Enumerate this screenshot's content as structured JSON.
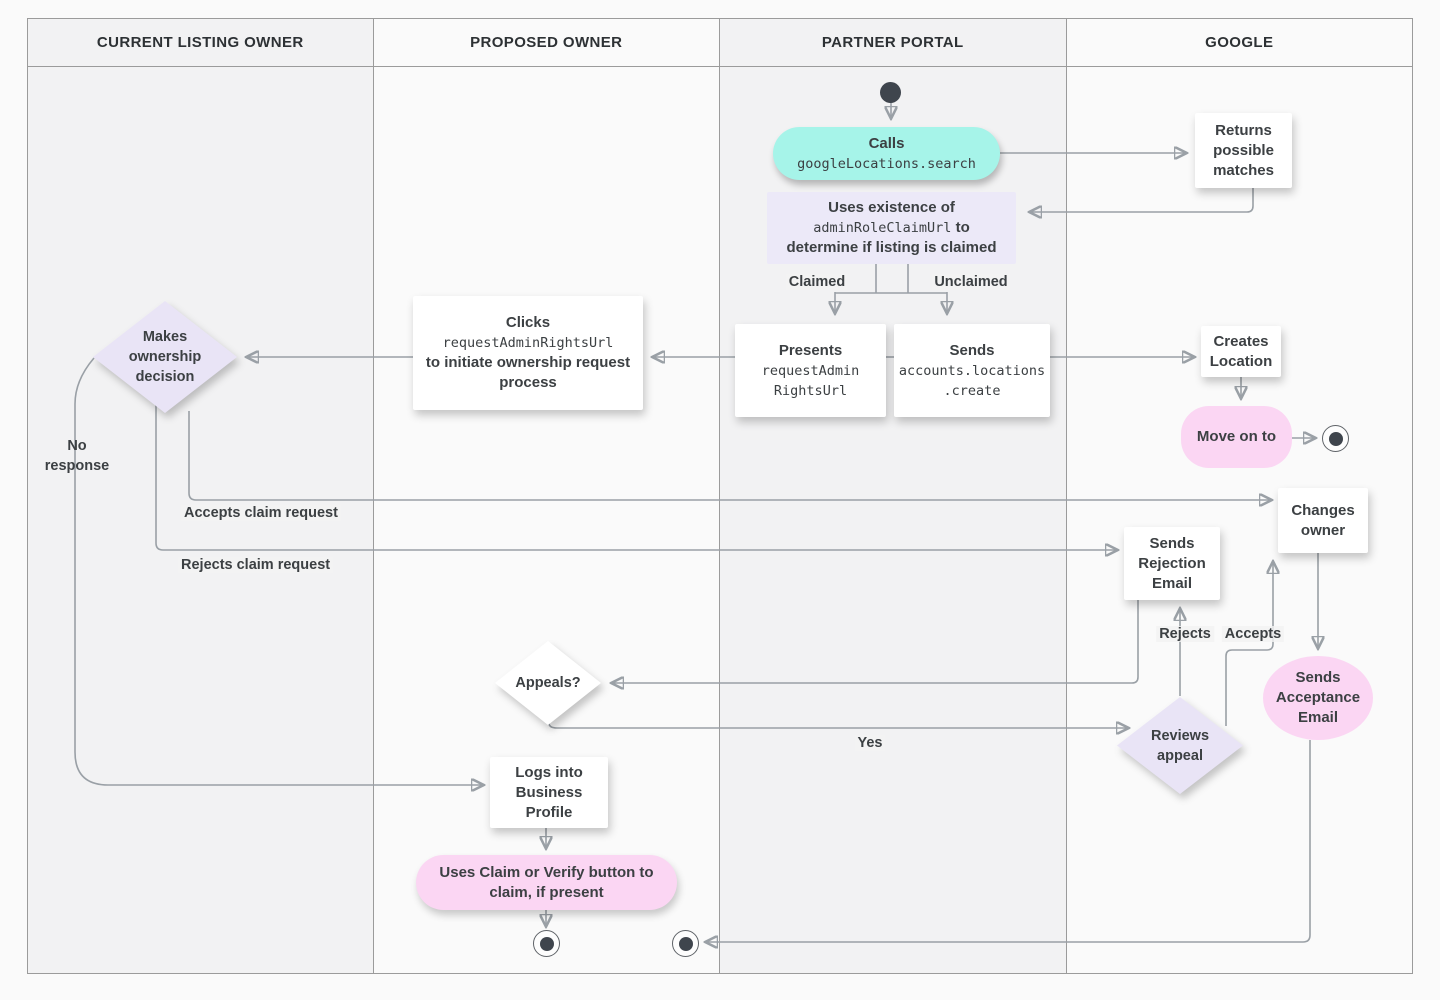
{
  "lanes": [
    {
      "label": "CURRENT LISTING OWNER"
    },
    {
      "label": "PROPOSED OWNER"
    },
    {
      "label": "PARTNER PORTAL"
    },
    {
      "label": "GOOGLE"
    }
  ],
  "nodes": {
    "calls": {
      "title": "Calls",
      "code": "googleLocations.search"
    },
    "returns_matches": {
      "text": "Returns possible matches"
    },
    "uses_existence": {
      "line1": "Uses existence of",
      "code": "adminRoleClaimUrl",
      "line2_suffix": "to",
      "line3": "determine if listing is claimed"
    },
    "presents": {
      "title": "Presents",
      "code_lines": [
        "requestAdmin",
        "RightsUrl"
      ]
    },
    "sends_create": {
      "title": "Sends",
      "code_lines": [
        "accounts.locations",
        ".create"
      ]
    },
    "clicks": {
      "title": "Clicks",
      "code": "requestAdminRightsUrl",
      "rest": "to initiate ownership request process"
    },
    "makes_decision": {
      "text": "Makes ownership decision"
    },
    "creates_location": {
      "text": "Creates Location"
    },
    "move_on": {
      "text": "Move on to"
    },
    "changes_owner": {
      "text": "Changes owner"
    },
    "sends_rejection": {
      "text": "Sends Rejection Email"
    },
    "sends_acceptance": {
      "text": "Sends Acceptance Email"
    },
    "reviews_appeal": {
      "text": "Reviews appeal"
    },
    "appeals": {
      "text": "Appeals?"
    },
    "logs_into": {
      "text": "Logs into Business Profile"
    },
    "uses_claim": {
      "text": "Uses Claim or Verify button to claim, if present"
    }
  },
  "edge_labels": {
    "claimed": "Claimed",
    "unclaimed": "Unclaimed",
    "no_response": "No response",
    "accepts_claim": "Accepts claim request",
    "rejects_claim": "Rejects claim request",
    "rejects": "Rejects",
    "accepts": "Accepts",
    "yes": "Yes"
  },
  "colors": {
    "teal": "#a6f4e9",
    "lavender": "#e9e4f6",
    "lavender_note": "#ece9f8",
    "pink": "#fbd6f3",
    "white_box": "#ffffff",
    "line": "#9aa0a6",
    "arrow": "#757b83",
    "text": "#3c4043",
    "lane_dark": "#f2f2f3",
    "lane_light": "#fafafa",
    "border": "#9b9b9b"
  }
}
